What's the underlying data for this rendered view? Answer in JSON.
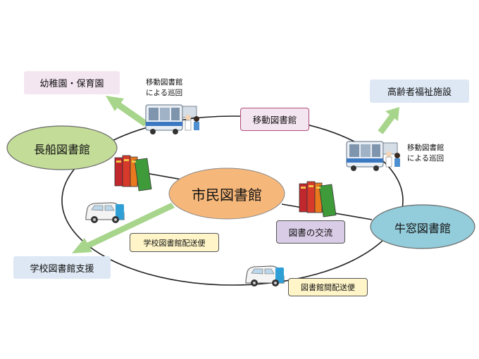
{
  "nodes": {
    "center": "市民図書館",
    "nagafune": "長船図書館",
    "ushimado": "牛窓図書館",
    "kindergarten": "幼稚園・保育園",
    "elderly": "高齢者福祉施設",
    "school_support": "学校図書館支援"
  },
  "labels": {
    "mobile_library": "移動図書館",
    "book_exchange": "図書の交流",
    "school_delivery": "学校図書館配送便",
    "inter_library_delivery": "図書館間配送便"
  },
  "captions": {
    "mobile_tour_left": [
      "移動図書館",
      "による巡回"
    ],
    "mobile_tour_right": [
      "移動図書館",
      "による巡回"
    ]
  },
  "colors": {
    "center_fill": "#f6b77a",
    "nagafune_fill": "#c3dc98",
    "ushimado_fill": "#93ccda",
    "arrow_green": "#a8d58c",
    "pink_box": "#f4e6f1",
    "blue_box": "#dde8f4",
    "purple_box": "#d9cce6",
    "yellow_box": "#fff5c8"
  }
}
